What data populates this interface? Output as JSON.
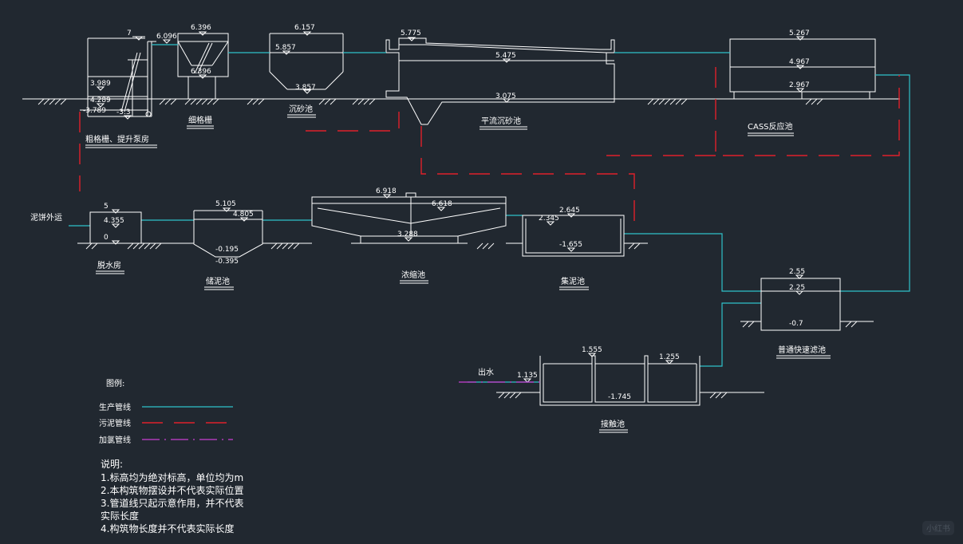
{
  "units": {
    "coarse_screen": {
      "name": "粗格栅、提升泵房",
      "elev": [
        "7",
        "6.096",
        "3.989",
        "4.289",
        "-3.789",
        "-3.3"
      ]
    },
    "fine_screen": {
      "name": "细格栅",
      "elev": [
        "6.396",
        "6.396"
      ]
    },
    "grit_chamber": {
      "name": "沉砂池",
      "elev": [
        "6.157",
        "5.857",
        "3.857"
      ]
    },
    "horizontal_grit": {
      "name": "平流沉砂池",
      "elev": [
        "5.775",
        "5.475",
        "3.075"
      ]
    },
    "cass": {
      "name": "CASS反应池",
      "elev": [
        "5.267",
        "4.967",
        "2.967"
      ]
    },
    "dewatering": {
      "name": "脱水房",
      "elev": [
        "5",
        "4.355",
        "0"
      ],
      "outlet": "泥饼外运"
    },
    "sludge_storage": {
      "name": "储泥池",
      "elev": [
        "5.105",
        "4.805",
        "-0.195",
        "-0.395"
      ]
    },
    "thickener": {
      "name": "浓缩池",
      "elev": [
        "6.918",
        "6.618",
        "3.288"
      ]
    },
    "sludge_collect": {
      "name": "集泥池",
      "elev": [
        "2.645",
        "2.345",
        "-1.655"
      ]
    },
    "rapid_filter": {
      "name": "普通快速滤池",
      "elev": [
        "2.55",
        "2.25",
        "-0.7"
      ]
    },
    "contact_tank": {
      "name": "接触池",
      "elev": [
        "1.555",
        "1.255",
        "1.135",
        "-1.745"
      ],
      "outlet": "出水"
    }
  },
  "legend": {
    "title": "图例:",
    "items": [
      {
        "label": "生产管线",
        "color": "#2fc1c9"
      },
      {
        "label": "污泥管线",
        "color": "#e0202a"
      },
      {
        "label": "加氯管线",
        "color": "#c93fd3"
      }
    ]
  },
  "notes": {
    "title": "说明:",
    "lines": [
      "1.标高均为绝对标高，单位均为m",
      "2.本构筑物摆设并不代表实际位置",
      "3.管道线只起示意作用，并不代表",
      "实际长度",
      "4.构筑物长度并不代表实际长度"
    ]
  },
  "watermark": "小红书"
}
